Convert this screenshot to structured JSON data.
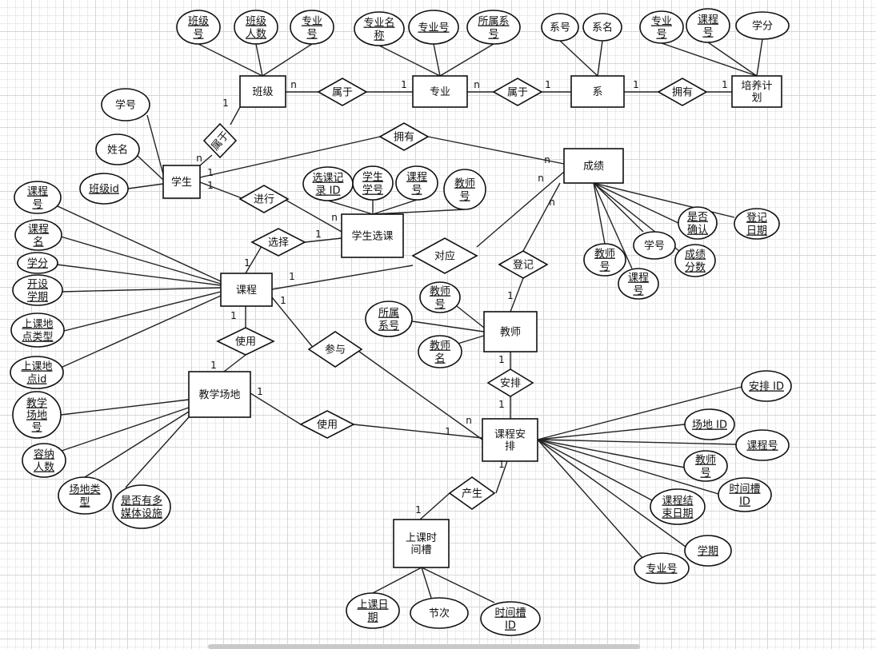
{
  "entities": {
    "class": "班级",
    "major": "专业",
    "dept": "系",
    "plan": [
      "培养计",
      "划"
    ],
    "student": "学生",
    "grade": "成绩",
    "selection": "学生选课",
    "course": "课程",
    "teacher": "教师",
    "venue": "教学场地",
    "arrangement": [
      "课程安",
      "排"
    ],
    "timeslot": [
      "上课时",
      "间槽"
    ]
  },
  "relationships": {
    "class_major": "属于",
    "major_dept": "属于",
    "dept_plan": "拥有",
    "student_class": "属于",
    "student_grade": "拥有",
    "student_select": "进行",
    "course_select": "选择",
    "course_grade": "对应",
    "teacher_grade": "登记",
    "course_venue": "使用",
    "course_arr": "参与",
    "teacher_arr": "安排",
    "venue_arr": "使用",
    "arr_time": "产生"
  },
  "attributes": {
    "class_no": [
      "班级",
      "号"
    ],
    "class_size": [
      "班级",
      "人数"
    ],
    "class_major_no": [
      "专业",
      "号"
    ],
    "major_name": [
      "专业名",
      "称"
    ],
    "major_no": "专业号",
    "major_dept": [
      "所属系",
      "号"
    ],
    "dept_no": "系号",
    "dept_name": "系名",
    "plan_major": [
      "专业",
      "号"
    ],
    "plan_course": [
      "课程",
      "号"
    ],
    "plan_credit": "学分",
    "stu_no": "学号",
    "stu_name": "姓名",
    "stu_class": "班级id",
    "sel_id": [
      "选课记",
      "录 ID"
    ],
    "sel_stu": [
      "学生",
      "学号"
    ],
    "sel_course": [
      "课程",
      "号"
    ],
    "sel_teacher": [
      "教师",
      "号"
    ],
    "crs_no": [
      "课程",
      "号"
    ],
    "crs_name": [
      "课程",
      "名"
    ],
    "crs_credit": "学分",
    "crs_term": [
      "开设",
      "学期"
    ],
    "crs_loctype": [
      "上课地",
      "点类型"
    ],
    "crs_locid": [
      "上课地",
      "点id"
    ],
    "gr_confirm": [
      "是否",
      "确认"
    ],
    "gr_date": [
      "登记",
      "日期"
    ],
    "gr_stu": "学号",
    "gr_teacher": [
      "教师",
      "号"
    ],
    "gr_course": [
      "课程",
      "号"
    ],
    "gr_score": [
      "成绩",
      "分数"
    ],
    "t_no": [
      "教师",
      "号"
    ],
    "t_dept": [
      "所属",
      "系号"
    ],
    "t_name": [
      "教师",
      "名"
    ],
    "v_no": [
      "教学",
      "场地",
      "号"
    ],
    "v_cap": [
      "容纳",
      "人数"
    ],
    "v_type": [
      "场地类",
      "型"
    ],
    "v_media": [
      "是否有多",
      "媒体设施"
    ],
    "a_id": "安排 ID",
    "a_venue": "场地 ID",
    "a_course": "课程号",
    "a_teacher": [
      "教师",
      "号"
    ],
    "a_slot": [
      "时间槽",
      "ID"
    ],
    "a_end": [
      "课程结",
      "束日期"
    ],
    "a_term": "学期",
    "a_major": "专业号",
    "ts_date": [
      "上课日",
      "期"
    ],
    "ts_period": "节次",
    "ts_id": [
      "时间槽",
      "ID"
    ]
  },
  "cardinalities": {
    "class_n": "n",
    "major_1": "1",
    "major_n": "n",
    "dept_1": "1",
    "dept_1b": "1",
    "plan_1": "1",
    "class_1": "1",
    "stu_n": "n",
    "stu_1a": "1",
    "grade_n": "n",
    "stu_1b": "1",
    "sel_n": "n",
    "crs_1a": "1",
    "sel_1": "1",
    "crs_1b": "1",
    "grade_n2": "n",
    "teacher_1": "1",
    "grade_n3": "n",
    "crs_1c": "1",
    "venue_1": "1",
    "crs_1d": "1",
    "arr_n": "n",
    "teacher_1b": "1",
    "arr_1": "1",
    "venue_1b": "1",
    "arr_1b": "1",
    "arr_1c": "1",
    "time_1": "1"
  }
}
